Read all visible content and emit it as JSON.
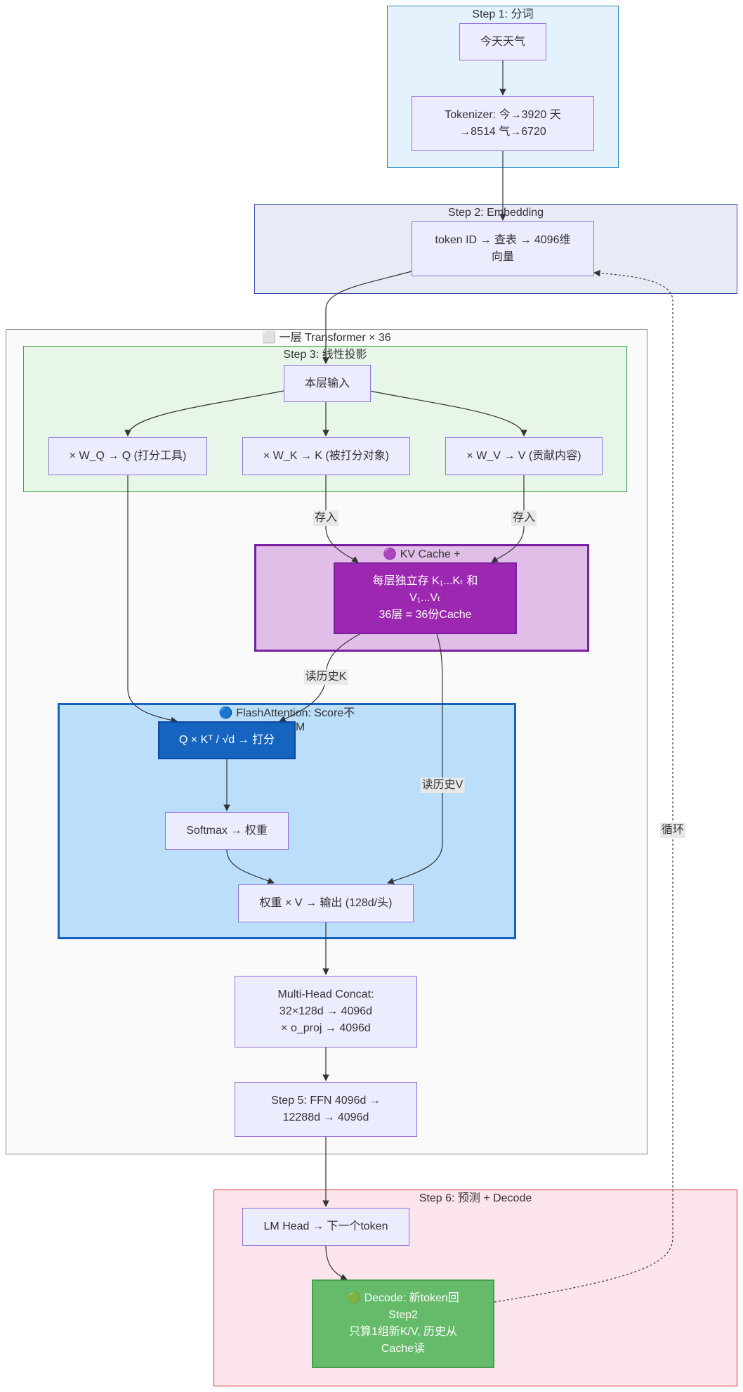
{
  "clusters": {
    "step1": "Step 1: 分词",
    "step2": "Step 2: Embedding",
    "layer": "⬜ 一层 Transformer × 36",
    "step3": "Step 3: 线性投影",
    "kvcache": "🟣 KV Cache +",
    "flash": "🔵 FlashAttention: Score不\n进HBM",
    "step6": "Step 6: 预测 + Decode"
  },
  "nodes": {
    "input_text": "今天天气",
    "tokenizer": "Tokenizer: 今→3920 天\n→8514 气→6720",
    "embedding": "token ID → 查表 → 4096维\n向量",
    "layer_input": "本层输入",
    "wq": "× W_Q → Q (打分工具)",
    "wk": "× W_K → K (被打分对象)",
    "wv": "× W_V → V (贡献内容)",
    "kv_store": "每层独立存 K₁...Kₜ 和\nV₁...Vₜ\n36层 = 36份Cache",
    "qk_score": "Q × Kᵀ / √d → 打分",
    "softmax": "Softmax → 权重",
    "weighted_v": "权重 × V → 输出 (128d/头)",
    "concat": "Multi-Head Concat:\n32×128d → 4096d\n× o_proj → 4096d",
    "ffn": "Step 5: FFN 4096d →\n12288d → 4096d",
    "lm_head": "LM Head → 下一个token",
    "decode": "🟢 Decode: 新token回\nStep2\n只算1组新K/V, 历史从\nCache读"
  },
  "edge_labels": {
    "store_k": "存入",
    "store_v": "存入",
    "read_k": "读历史K",
    "read_v": "读历史V",
    "loop": "循环"
  },
  "colors": {
    "node_fill": "#ECECFF",
    "node_border": "#9370DB",
    "edge": "#333333",
    "step1_fill": "#E3F2FD",
    "step2_fill": "#E8EAF6",
    "step3_fill": "#E8F5E9",
    "layer_fill": "#FAFAFA",
    "kv_fill": "#E1BEE7",
    "flash_fill": "#BBDEFB",
    "step6_fill": "#FCE4EC"
  }
}
